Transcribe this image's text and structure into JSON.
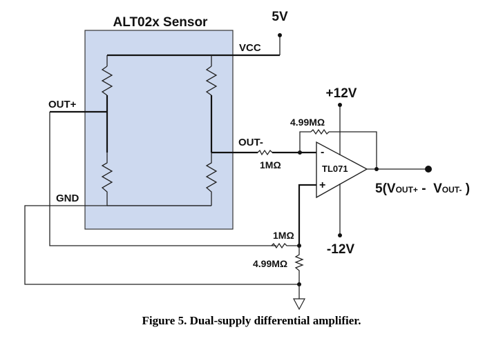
{
  "figure": {
    "caption": "Figure 5. Dual-supply differential amplifier.",
    "sensor": {
      "title": "ALT02x Sensor",
      "fill_color": "#cdd9ef",
      "pins": {
        "vcc": "VCC",
        "out_plus": "OUT+",
        "out_minus": "OUT-",
        "gnd": "GND"
      }
    },
    "supplies": {
      "sensor_supply": "5V",
      "pos_rail": "+12V",
      "neg_rail": "-12V"
    },
    "opamp": {
      "part": "TL071",
      "inv_sign": "-",
      "noninv_sign": "+"
    },
    "resistors": {
      "r_in_inv": "1MΩ",
      "r_feedback": "4.99MΩ",
      "r_in_noninv": "1MΩ",
      "r_ground": "4.99MΩ"
    },
    "output": {
      "prefix": "5(V",
      "sub1": "OUT+",
      "mid": " -  V",
      "sub2": "OUT-",
      "suffix": " )"
    }
  }
}
